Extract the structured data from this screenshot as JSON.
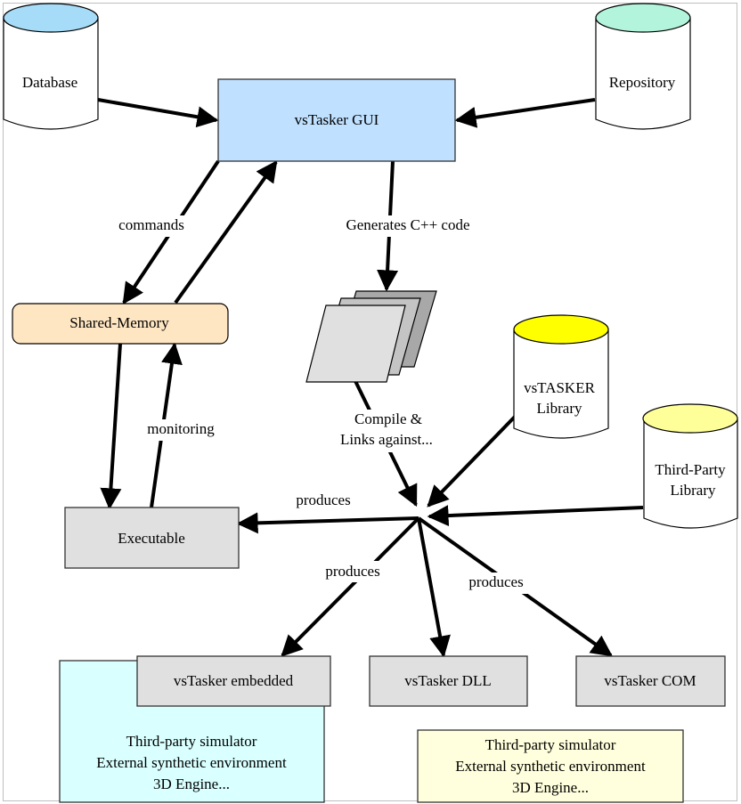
{
  "diagram": {
    "colors": {
      "gui": "#bfe0ff",
      "shared_memory": "#ffe6c2",
      "gray_box": "#e0e0e0",
      "database_top": "#a6dcf7",
      "repository_top": "#b3f5dc",
      "vstasker_lib_top": "#ffff00",
      "third_party_lib_top": "#ffff99",
      "host_cyan": "#d9ffff",
      "host_yellow": "#ffffdd",
      "source_stack": [
        "#e0e0e0",
        "#c4c4c4",
        "#a8a8a8"
      ]
    },
    "nodes": {
      "database": "Database",
      "repository": "Repository",
      "gui": "vsTasker GUI",
      "shared_memory": "Shared-Memory",
      "executable": "Executable",
      "vstasker_library": [
        "vsTASKER",
        "Library"
      ],
      "third_party_library": [
        "Third-Party",
        "Library"
      ],
      "embedded": "vsTasker embedded",
      "dll": "vsTasker DLL",
      "com": "vsTasker COM",
      "host_left": [
        "Third-party simulator",
        "External synthetic environment",
        "3D Engine..."
      ],
      "host_right": [
        "Third-party simulator",
        "External synthetic environment",
        "3D Engine..."
      ]
    },
    "edge_labels": {
      "commands": "commands",
      "generates": "Generates C++ code",
      "monitoring": "monitoring",
      "compile": [
        "Compile &",
        "Links against..."
      ],
      "produces_exe": "produces",
      "produces_embedded": "produces",
      "produces_com": "produces"
    }
  }
}
